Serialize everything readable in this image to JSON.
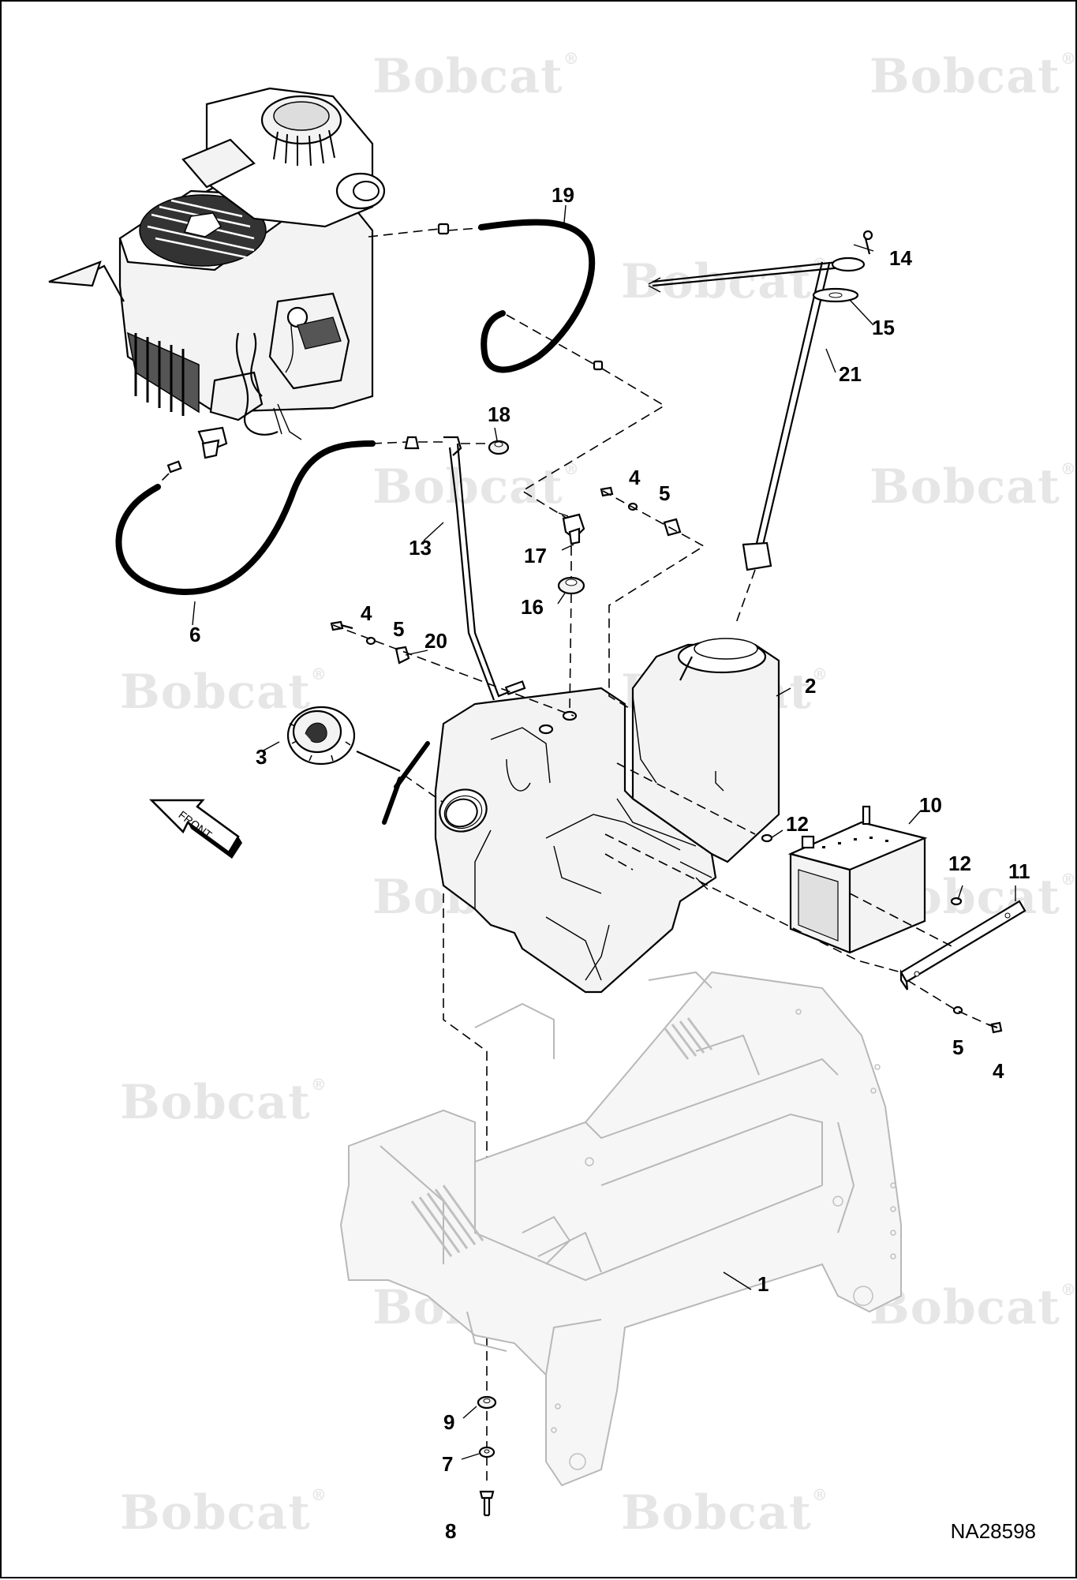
{
  "watermark": {
    "brand": "Bobcat",
    "mark": "®"
  },
  "drawing_number": "NA28598",
  "front_label": "FRONT",
  "callouts": [
    {
      "id": "c1",
      "text": "1"
    },
    {
      "id": "c2",
      "text": "2"
    },
    {
      "id": "c3",
      "text": "3"
    },
    {
      "id": "c4a",
      "text": "4"
    },
    {
      "id": "c4b",
      "text": "4"
    },
    {
      "id": "c4c",
      "text": "4"
    },
    {
      "id": "c5a",
      "text": "5"
    },
    {
      "id": "c5b",
      "text": "5"
    },
    {
      "id": "c5c",
      "text": "5"
    },
    {
      "id": "c6",
      "text": "6"
    },
    {
      "id": "c7",
      "text": "7"
    },
    {
      "id": "c8",
      "text": "8"
    },
    {
      "id": "c9",
      "text": "9"
    },
    {
      "id": "c10",
      "text": "10"
    },
    {
      "id": "c11",
      "text": "11"
    },
    {
      "id": "c12a",
      "text": "12"
    },
    {
      "id": "c12b",
      "text": "12"
    },
    {
      "id": "c13",
      "text": "13"
    },
    {
      "id": "c14",
      "text": "14"
    },
    {
      "id": "c15",
      "text": "15"
    },
    {
      "id": "c16",
      "text": "16"
    },
    {
      "id": "c17",
      "text": "17"
    },
    {
      "id": "c18",
      "text": "18"
    },
    {
      "id": "c19",
      "text": "19"
    },
    {
      "id": "c20",
      "text": "20"
    },
    {
      "id": "c21",
      "text": "21"
    }
  ]
}
